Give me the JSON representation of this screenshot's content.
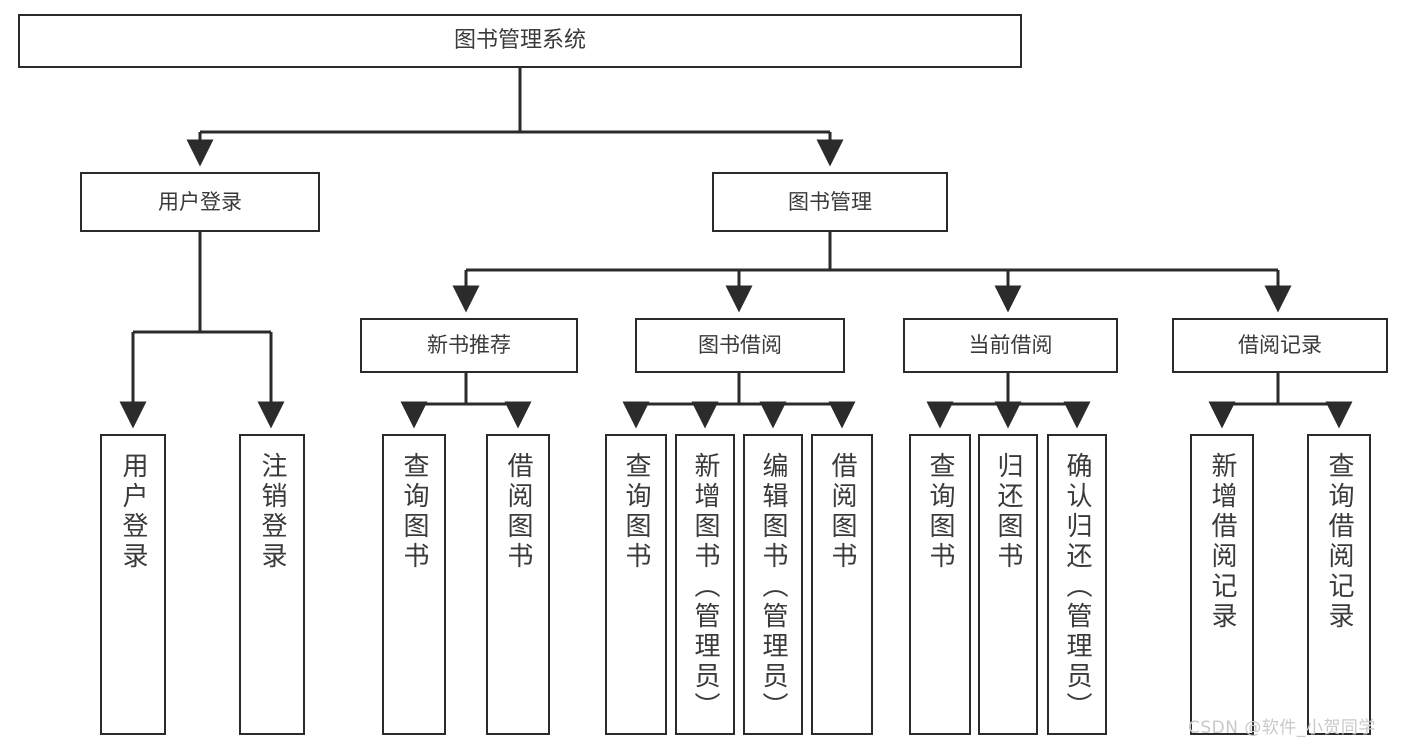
{
  "diagram": {
    "title": "图书管理系统",
    "type": "hierarchy-tree",
    "root": {
      "id": "root",
      "label": "图书管理系统"
    },
    "level2": [
      {
        "id": "login",
        "label": "用户登录"
      },
      {
        "id": "bookmgmt",
        "label": "图书管理"
      }
    ],
    "level3": [
      {
        "id": "newbook",
        "label": "新书推荐",
        "parent": "bookmgmt"
      },
      {
        "id": "borrow",
        "label": "图书借阅",
        "parent": "bookmgmt"
      },
      {
        "id": "current",
        "label": "当前借阅",
        "parent": "bookmgmt"
      },
      {
        "id": "records",
        "label": "借阅记录",
        "parent": "bookmgmt"
      }
    ],
    "leaves": [
      {
        "id": "leaf-user-login",
        "label": "用户登录",
        "parent": "login"
      },
      {
        "id": "leaf-user-logout",
        "label": "注销登录",
        "parent": "login"
      },
      {
        "id": "leaf-nb-query",
        "label": "查询图书",
        "parent": "newbook"
      },
      {
        "id": "leaf-nb-borrow",
        "label": "借阅图书",
        "parent": "newbook"
      },
      {
        "id": "leaf-bo-query",
        "label": "查询图书",
        "parent": "borrow"
      },
      {
        "id": "leaf-bo-add",
        "label": "新增图书（管理员）",
        "parent": "borrow"
      },
      {
        "id": "leaf-bo-edit",
        "label": "编辑图书（管理员）",
        "parent": "borrow"
      },
      {
        "id": "leaf-bo-borrow",
        "label": "借阅图书",
        "parent": "borrow"
      },
      {
        "id": "leaf-cu-query",
        "label": "查询图书",
        "parent": "current"
      },
      {
        "id": "leaf-cu-return",
        "label": "归还图书",
        "parent": "current"
      },
      {
        "id": "leaf-cu-confirm",
        "label": "确认归还（管理员）",
        "parent": "current"
      },
      {
        "id": "leaf-re-add",
        "label": "新增借阅记录",
        "parent": "records"
      },
      {
        "id": "leaf-re-query",
        "label": "查询借阅记录",
        "parent": "records"
      }
    ]
  },
  "watermark": {
    "text": "CSDN @软件_小贺同学"
  },
  "colors": {
    "stroke": "#2b2b2b",
    "text": "#3a3a3a",
    "background": "#ffffff",
    "watermark": "#c9c9c9"
  }
}
